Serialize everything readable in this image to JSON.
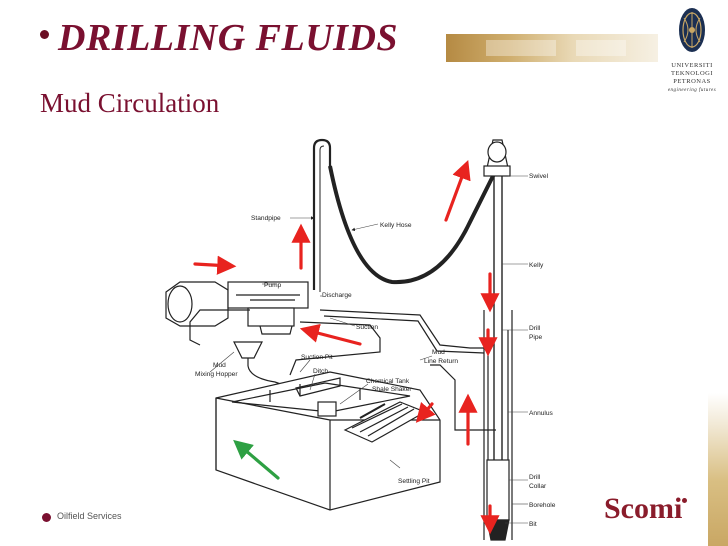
{
  "slide": {
    "title": "DRILLING FLUIDS",
    "subtitle": "Mud Circulation",
    "footer": "Oilfield Services"
  },
  "logos": {
    "university": [
      "UNIVERSITI",
      "TEKNOLOGI",
      "PETRONAS"
    ],
    "university_tagline": "engineering futures",
    "company": "Scomi"
  },
  "diagram": {
    "labels": {
      "swivel": "Swivel",
      "standpipe": "Standpipe",
      "kelly_hose": "Kelly Hose",
      "kelly": "Kelly",
      "pump": "Pump",
      "discharge": "Discharge",
      "suction": "Suction",
      "drill_pipe_1": "Drill",
      "drill_pipe_2": "Pipe",
      "suction_pit": "Suction Pit",
      "mud_line_return_1": "Mud",
      "mud_line_return_2": "Line Return",
      "mud_mixing_hopper_1": "Mud",
      "mud_mixing_hopper_2": "Mixing Hopper",
      "ditch": "Ditch",
      "chemical_tank": "Chemical Tank",
      "shale_shaker": "Shale Shaker",
      "annulus": "Annulus",
      "drill_collar_1": "Drill",
      "drill_collar_2": "Collar",
      "settling_pit": "Settling Pit",
      "borehole": "Borehole",
      "bit": "Bit"
    }
  },
  "colors": {
    "title": "#7a1030",
    "flow_arrow": "#e8231f",
    "return_arrow": "#2ea043"
  }
}
